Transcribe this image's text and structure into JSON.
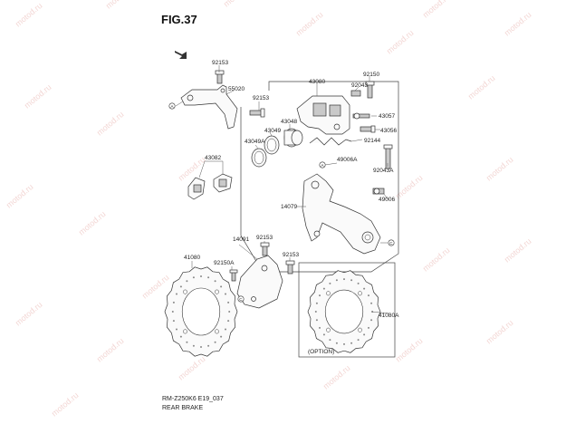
{
  "figure": {
    "title": "FIG.37",
    "footer_code": "RM-Z250K6 E19_037",
    "footer_name": "REAR BRAKE",
    "option_label": "(OPTION)"
  },
  "watermark": "motod.ru",
  "markers": {
    "a": "A",
    "c": "C"
  },
  "parts": {
    "p92153_top": "92153",
    "p55020": "55020",
    "p92153_mid": "92153",
    "p43080": "43080",
    "p92150": "92150",
    "p92043": "92043",
    "p43057": "43057",
    "p43048": "43048",
    "p43049": "43049",
    "p43049a": "43049A",
    "p43056": "43056",
    "p92144": "92144",
    "p43082": "43082",
    "p49006a": "49006A",
    "p92043a": "92043A",
    "p49006": "49006",
    "p14079": "14079",
    "p14091": "14091",
    "p92153_low": "92153",
    "p92153_low2": "92153",
    "p41080": "41080",
    "p92150a": "92150A",
    "p41080a": "41080A"
  }
}
